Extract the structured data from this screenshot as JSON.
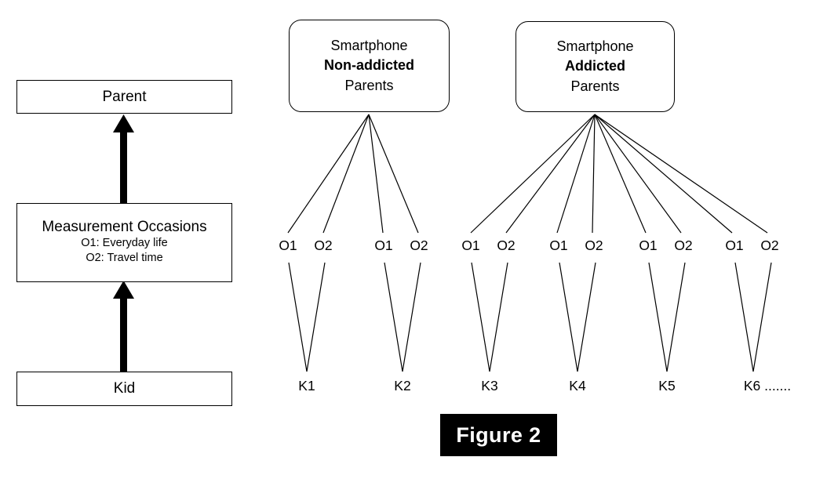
{
  "figure": {
    "caption": "Figure 2"
  },
  "legend": {
    "levels": [
      {
        "id": "parent",
        "title": "Parent",
        "sub": []
      },
      {
        "id": "occasions",
        "title": "Measurement Occasions",
        "sub": [
          "O1: Everyday life",
          "O2: Travel time"
        ]
      },
      {
        "id": "kid",
        "title": "Kid",
        "sub": []
      }
    ],
    "arrows": [
      {
        "from": "kid",
        "to": "occasions",
        "style": "solid-thick-up"
      },
      {
        "from": "occasions",
        "to": "parent",
        "style": "solid-thick-up"
      }
    ]
  },
  "model": {
    "groups": [
      {
        "id": "non-addicted",
        "lines": [
          {
            "text": "Smartphone",
            "bold": false
          },
          {
            "text": "Non-addicted",
            "bold": true
          },
          {
            "text": "Parents",
            "bold": false
          }
        ],
        "kids": [
          {
            "label": "K1",
            "occasions": [
              "O1",
              "O2"
            ]
          },
          {
            "label": "K2",
            "occasions": [
              "O1",
              "O2"
            ]
          }
        ]
      },
      {
        "id": "addicted",
        "lines": [
          {
            "text": "Smartphone",
            "bold": false
          },
          {
            "text": "Addicted",
            "bold": true
          },
          {
            "text": "Parents",
            "bold": false
          }
        ],
        "kids": [
          {
            "label": "K3",
            "occasions": [
              "O1",
              "O2"
            ]
          },
          {
            "label": "K4",
            "occasions": [
              "O1",
              "O2"
            ]
          },
          {
            "label": "K5",
            "occasions": [
              "O1",
              "O2"
            ]
          },
          {
            "label": "K6 .......",
            "occasions": [
              "O1",
              "O2"
            ]
          }
        ]
      }
    ]
  },
  "colors": {
    "stroke": "#000000",
    "background": "#ffffff",
    "caption_background": "#000000",
    "caption_text": "#ffffff"
  }
}
